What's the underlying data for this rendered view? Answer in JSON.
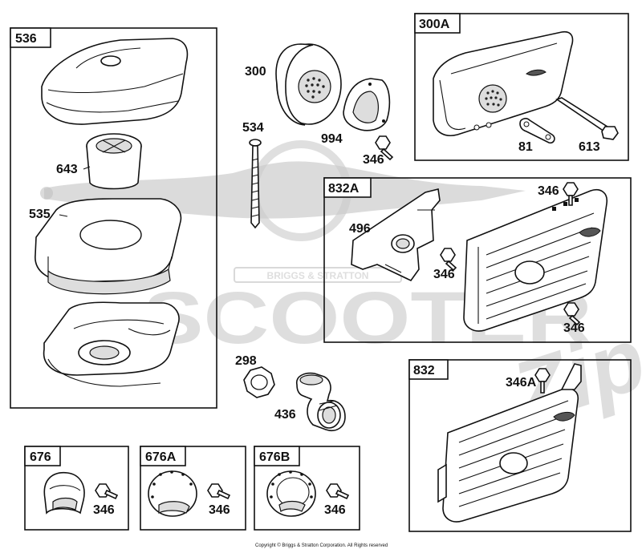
{
  "boxes": {
    "b536": "536",
    "b300A": "300A",
    "b832A": "832A",
    "b832": "832",
    "b676": "676",
    "b676A": "676A",
    "b676B": "676B"
  },
  "labels": {
    "l300": "300",
    "l534": "534",
    "l994": "994",
    "l346_top": "346",
    "l81": "81",
    "l613": "613",
    "l643": "643",
    "l535": "535",
    "l496": "496",
    "l346_832a_top": "346",
    "l346_832a_mid": "346",
    "l346_832a_bot": "346",
    "l298": "298",
    "l436": "436",
    "l346A": "346A",
    "l346_676": "346",
    "l346_676A": "346",
    "l346_676B": "346"
  },
  "watermark": {
    "brand": "BRIGGS & STRATTON",
    "word": "SCOOTER",
    "script": "Zip"
  },
  "footer": {
    "copyright": "Copyright © Briggs & Stratton Corporation. All Rights reserved"
  },
  "icons": [
    "air-cleaner-cover",
    "muffler",
    "heat-shield",
    "gasket",
    "screw",
    "bolt",
    "elbow-pipe",
    "deflector"
  ]
}
